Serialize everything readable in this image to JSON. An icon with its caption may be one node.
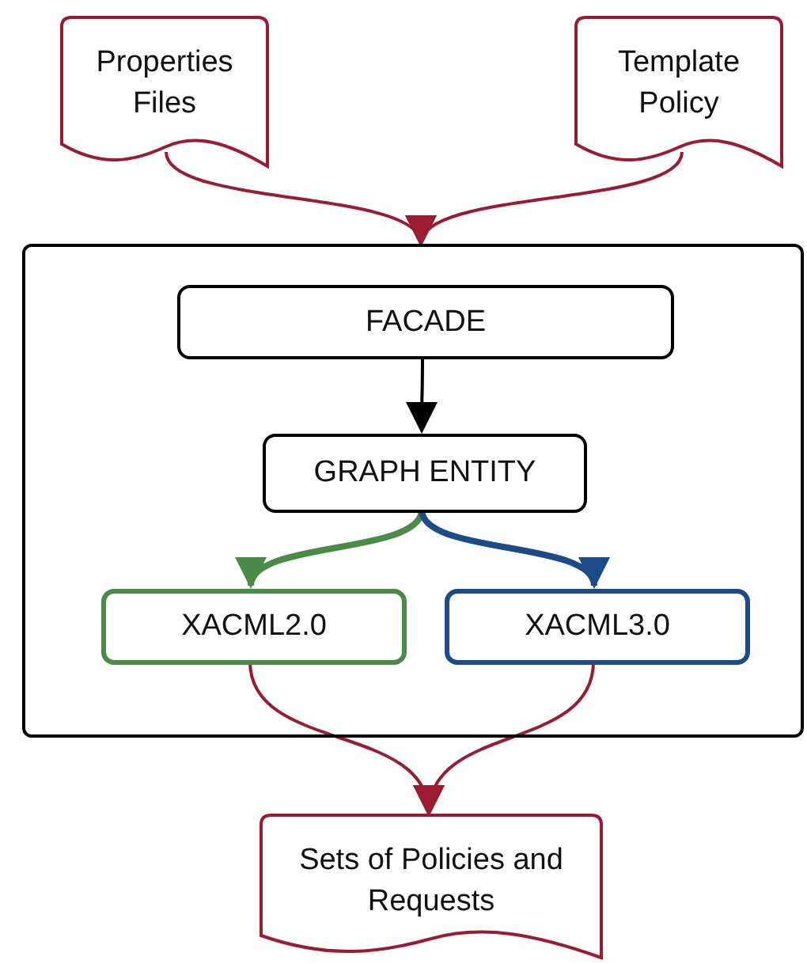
{
  "diagram": {
    "nodes": [
      {
        "text": [
          "Properties Files"
        ]
      },
      {
        "text": [
          "Template Policy"
        ]
      },
      {
        "text": [],
        "shape": "box"
      },
      {
        "text": [
          "FACADE"
        ],
        "in": 2
      },
      {
        "text": [
          "GRAPH ENTITY"
        ],
        "in": 2
      },
      {
        "text": [
          "XACML2.0"
        ],
        "in": 2
      },
      {
        "text": [
          "XACML3.0"
        ],
        "in": 2
      },
      {
        "text": [
          "Sets of Policies and Requests"
        ]
      }
    ],
    "edges": [
      {
        "from": 0,
        "to": 2,
        "arrow": "to"
      },
      {
        "from": 1,
        "to": 2,
        "arrow": "to"
      },
      {
        "from": 3,
        "to": 4,
        "arrow": "to",
        "color": "#000000"
      },
      {
        "from": 4,
        "to": 5,
        "arrow": "to",
        "style": "thick",
        "color": "#4a8c47"
      },
      {
        "from": 4,
        "to": 6,
        "arrow": "to",
        "style": "thick",
        "color": "#1d4b87"
      },
      {
        "from": 5,
        "to": 7,
        "arrow": "to"
      },
      {
        "from": 6,
        "to": 7,
        "arrow": "to"
      }
    ]
  }
}
